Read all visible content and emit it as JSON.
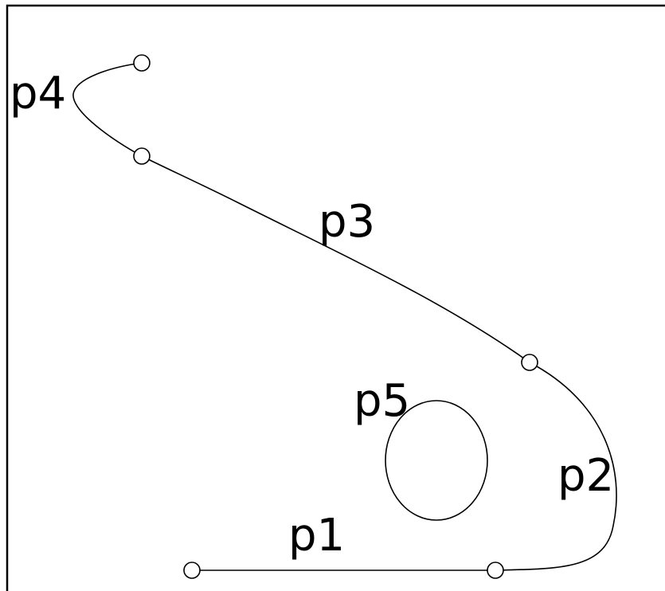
{
  "diagram": {
    "labels": {
      "p1": "p1",
      "p2": "p2",
      "p3": "p3",
      "p4": "p4",
      "p5": "p5"
    },
    "colors": {
      "stroke": "#000000",
      "background": "#ffffff",
      "frame": "#000000"
    }
  }
}
